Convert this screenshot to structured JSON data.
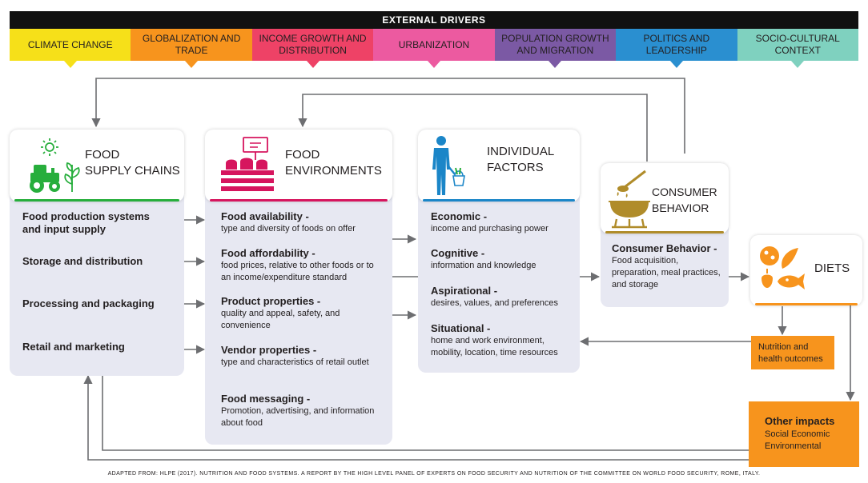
{
  "external_drivers": {
    "header": "EXTERNAL DRIVERS",
    "items": [
      {
        "label": "CLIMATE CHANGE",
        "color": "#f6e019"
      },
      {
        "label": "GLOBALIZATION AND TRADE",
        "color": "#f7941d"
      },
      {
        "label": "INCOME GROWTH AND DISTRIBUTION",
        "color": "#ee4266"
      },
      {
        "label": "URBANIZATION",
        "color": "#ec5aa0"
      },
      {
        "label": "POPULATION GROWTH AND MIGRATION",
        "color": "#7b59a4"
      },
      {
        "label": "POLITICS AND LEADERSHIP",
        "color": "#2a8fd0"
      },
      {
        "label": "SOCIO-CULTURAL CONTEXT",
        "color": "#7fd1bf"
      }
    ]
  },
  "food_supply_chains": {
    "title_line1": "FOOD",
    "title_line2": "SUPPLY CHAINS",
    "accent": "#27ae3c",
    "icon": "tractor-sun-icon",
    "items": [
      "Food production systems and input supply",
      "Storage and distribution",
      "Processing and packaging",
      "Retail and marketing"
    ]
  },
  "food_environments": {
    "title_line1": "FOOD",
    "title_line2": "ENVIRONMENTS",
    "accent": "#d6155e",
    "icon": "market-stall-icon",
    "items": [
      {
        "head": "Food availability -",
        "desc": "type and diversity of foods on offer"
      },
      {
        "head": "Food affordability -",
        "desc": "food prices, relative to other foods or to an income/expenditure standard"
      },
      {
        "head": "Product properties  -",
        "desc": "quality and appeal, safety, and convenience"
      },
      {
        "head": "Vendor properties  -",
        "desc": "type and characteristics of retail outlet"
      },
      {
        "head": "Food messaging  -",
        "desc": "Promotion, advertising, and information about food"
      }
    ]
  },
  "individual_factors": {
    "title_line1": "INDIVIDUAL",
    "title_line2": "FACTORS",
    "accent": "#1b86c8",
    "icon": "person-basket-icon",
    "items": [
      {
        "head": "Economic -",
        "desc": "income and purchasing power"
      },
      {
        "head": "Cognitive -",
        "desc": "information and knowledge"
      },
      {
        "head": "Aspirational -",
        "desc": "desires, values, and preferences"
      },
      {
        "head": "Situational -",
        "desc": "home and work environment, mobility, location, time resources"
      }
    ]
  },
  "consumer_behavior": {
    "title_line1": "CONSUMER",
    "title_line2": "BEHAVIOR",
    "accent": "#b08c2a",
    "icon": "cooking-pot-icon",
    "head": "Consumer Behavior -",
    "desc": "Food acquisition, preparation, meal practices, and storage"
  },
  "diets": {
    "title": "DIETS",
    "accent": "#f7941d",
    "icon": "food-produce-icon"
  },
  "nutrition_outcomes": {
    "line1": "Nutrition and",
    "line2": "health outcomes"
  },
  "other_impacts": {
    "title": "Other impacts",
    "line1": "Social Economic",
    "line2": "Environmental"
  },
  "source": "ADAPTED FROM: HLPE (2017). NUTRITION AND FOOD SYSTEMS. A REPORT BY THE HIGH LEVEL PANEL OF EXPERTS ON FOOD SECURITY AND NUTRITION OF THE COMMITTEE ON WORLD FOOD SECURITY, ROME, ITALY."
}
